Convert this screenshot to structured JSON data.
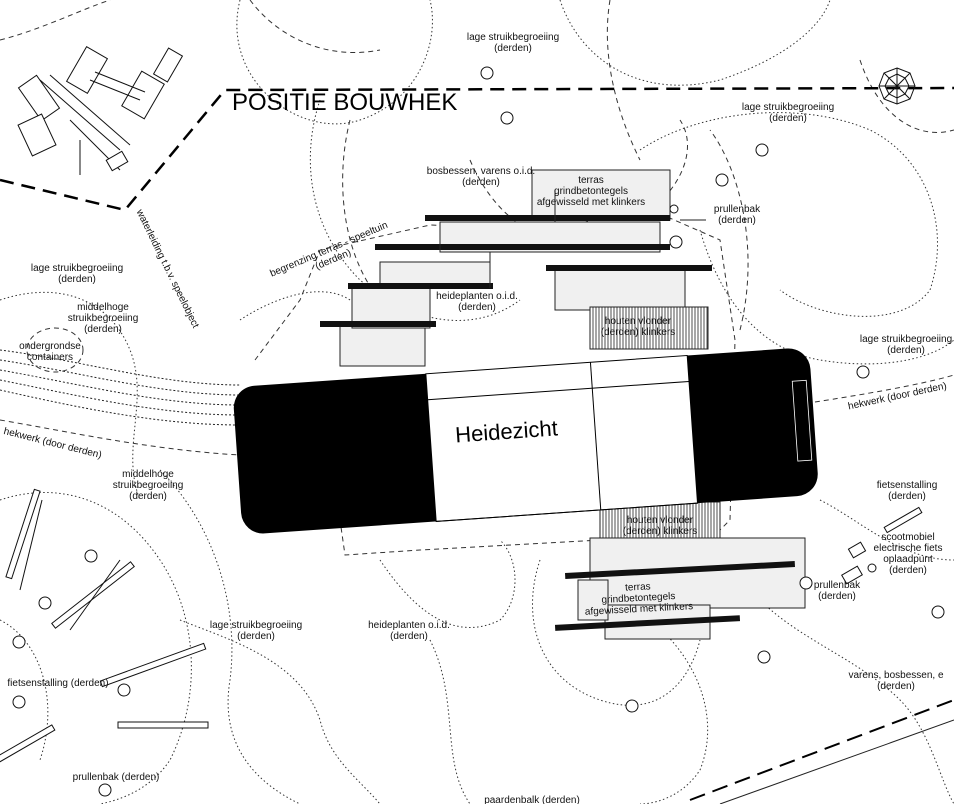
{
  "title": "POSITIE BOUWHEK",
  "building_name": "Heidezicht",
  "labels": {
    "lage_top": [
      "lage struikbegroeiing",
      "(derden)"
    ],
    "lage_tr": [
      "lage struikbegroeiing",
      "(derden)"
    ],
    "bosbessen": [
      "bosbessen, varens o.i.d.",
      "(derden)"
    ],
    "terras_n": [
      "terras",
      "grindbetontegels",
      "afgewisseld met klinkers"
    ],
    "prullenbak_n": [
      "prullenbak",
      "(derden)"
    ],
    "waterleiding": "waterleiding t.b.v. speelobject",
    "begrenzing": [
      "begrenzing terras - speeltuin",
      "(derden)"
    ],
    "lage_left": [
      "lage struikbegroeiing",
      "(derden)"
    ],
    "middelhoge_left": [
      "middelhoge",
      "struikbegroeiing",
      "(derden)"
    ],
    "ondergrondse": [
      "ondergrondse",
      "containers"
    ],
    "heideplanten_n": [
      "heideplanten o.i.d.",
      "(derden)"
    ],
    "vlonder_n": [
      "houten vlonder",
      "(derden) klinkers"
    ],
    "lage_right": [
      "lage struikbegroeiing",
      "(derden)"
    ],
    "hekwerk_right": "hekwerk (door derden)",
    "hekwerk_left": "hekwerk (door derden)",
    "middelhoge_mid": [
      "middelhoge",
      "struikbegroeiing",
      "(derden)"
    ],
    "fietsenstalling_r": [
      "fietsenstalling",
      "(derden)"
    ],
    "vlonder_s": [
      "houten vlonder",
      "(derden) klinkers"
    ],
    "scootmobiel": [
      "scootmobiel",
      "electrische fiets",
      "oplaadpunt",
      "(derden)"
    ],
    "terras_s": [
      "terras",
      "grindbetontegels",
      "afgewisseld met klinkers"
    ],
    "prullenbak_s": [
      "prullenbak",
      "(derden)"
    ],
    "lage_bottom": [
      "lage struikbegroeiing",
      "(derden)"
    ],
    "heideplanten_s": [
      "heideplanten o.i.d.",
      "(derden)"
    ],
    "fietsenstalling_l": "fietsenstalling (derden)",
    "varens_s": [
      "varens, bosbessen, e",
      "(derden)"
    ],
    "prullenbak_b": "prullenbak (derden)",
    "paardenbalk": "paardenbalk (derden)"
  }
}
